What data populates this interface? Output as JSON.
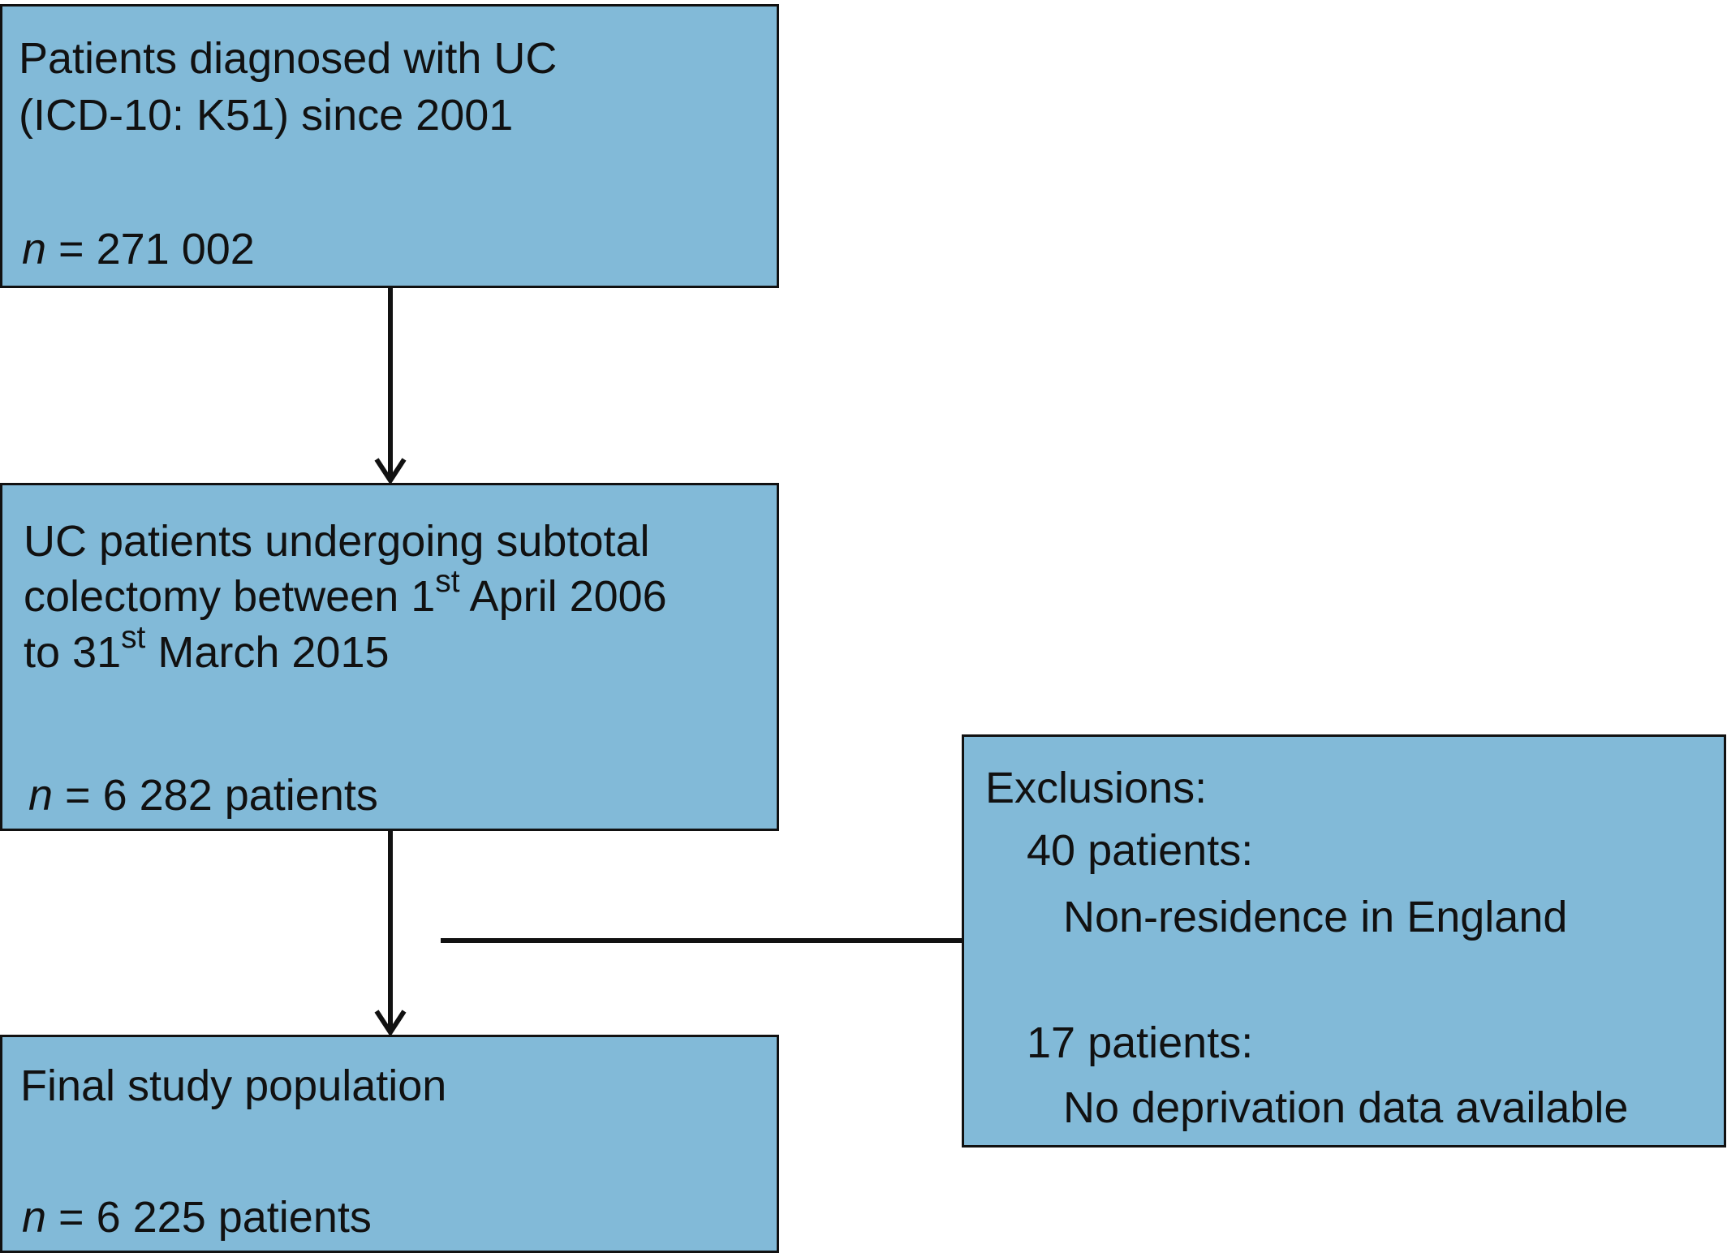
{
  "box1": {
    "line1": "Patients diagnosed with UC",
    "line2": "(ICD-10: K51) since 2001",
    "n_symbol": "n",
    "n_text": " = 271 002"
  },
  "box2": {
    "line1": "UC patients undergoing subtotal",
    "line2_pre": "colectomy between 1",
    "line2_sup": "st",
    "line2_post": " April 2006",
    "line3_pre": "to 31",
    "line3_sup": "st",
    "line3_post": " March 2015",
    "n_symbol": "n",
    "n_text": " = 6 282 patients"
  },
  "box3": {
    "line1": "Final study population",
    "n_symbol": "n",
    "n_text": " = 6 225 patients"
  },
  "exclusions": {
    "heading": "Exclusions:",
    "items": [
      {
        "count": "40 patients:",
        "reason": "Non-residence in England"
      },
      {
        "count": "17 patients:",
        "reason": "No deprivation data available"
      }
    ]
  },
  "colors": {
    "box_fill": "#82bad8",
    "stroke": "#111111"
  }
}
